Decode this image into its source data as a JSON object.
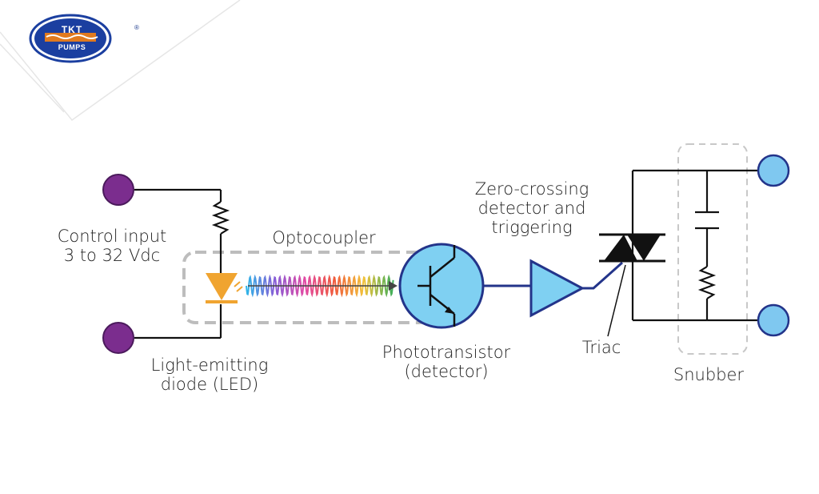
{
  "logo": {
    "top_text": "TKT",
    "bottom_text": "PUMPS",
    "registered": "®",
    "colors": {
      "primary": "#1b3fa0",
      "accent": "#e07a1f"
    }
  },
  "labels": {
    "control_input": [
      "Control input",
      "3 to 32 Vdc"
    ],
    "optocoupler": "Optocoupler",
    "led": [
      "Light-emitting",
      "diode (LED)"
    ],
    "phototransistor": [
      "Phototransistor",
      "(detector)"
    ],
    "zero_crossing": [
      "Zero-crossing",
      "detector and",
      "triggering"
    ],
    "triac": "Triac",
    "snubber": "Snubber"
  },
  "colors": {
    "input_terminal": "#7b2d8e",
    "output_terminal": "#7fc8f0",
    "component_fill": "#7fd0f2",
    "component_stroke": "#23348a",
    "led_fill": "#f0a430",
    "dashed_box": "#bdbdbd",
    "wire": "#111111"
  }
}
